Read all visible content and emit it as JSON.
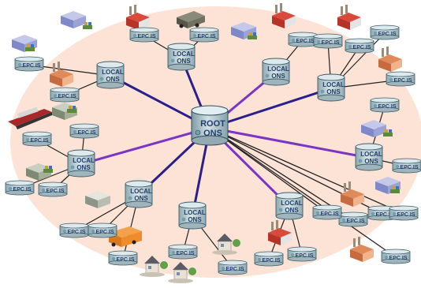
{
  "root": {
    "line1": "ROOT",
    "line2": "ONS"
  },
  "local_ons": {
    "line1": "LOCAL",
    "line2": "ONS"
  },
  "epcis_label": "EPC IS",
  "local_nodes": [
    {
      "id": "ons-top-left",
      "lines": [
        "LOCAL",
        "ONS"
      ]
    },
    {
      "id": "ons-top-center",
      "lines": [
        "LOCAL",
        "ONS"
      ]
    },
    {
      "id": "ons-top-right",
      "lines": [
        "LOCAL",
        "ONS"
      ]
    },
    {
      "id": "ons-right-upper",
      "lines": [
        "LOCAL",
        "ONS"
      ]
    },
    {
      "id": "ons-right-lower",
      "lines": [
        "LOCAL",
        "ONS"
      ]
    },
    {
      "id": "ons-left",
      "lines": [
        "LOCAL",
        "ONS"
      ]
    },
    {
      "id": "ons-left-lower",
      "lines": [
        "LOCAL",
        "ONS"
      ]
    },
    {
      "id": "ons-bottom-center",
      "lines": [
        "LOCAL",
        "ONS"
      ]
    },
    {
      "id": "ons-bottom-right",
      "lines": [
        "LOCAL",
        "ONS"
      ]
    }
  ],
  "colors": {
    "background_blob": "#fde3d6",
    "cylinder_body": "#b9ccd2",
    "cylinder_top": "#d8e6ea",
    "cylinder_stroke": "#3c5d68",
    "text_dark": "#1f3e6e",
    "link_primary": "#2a1f8c",
    "link_secondary": "#7a35c4",
    "link_dark": "#222222"
  },
  "icons": [
    "factory-icon",
    "warehouse-icon",
    "truck-icon",
    "ship-icon",
    "house-icon",
    "store-icon"
  ]
}
